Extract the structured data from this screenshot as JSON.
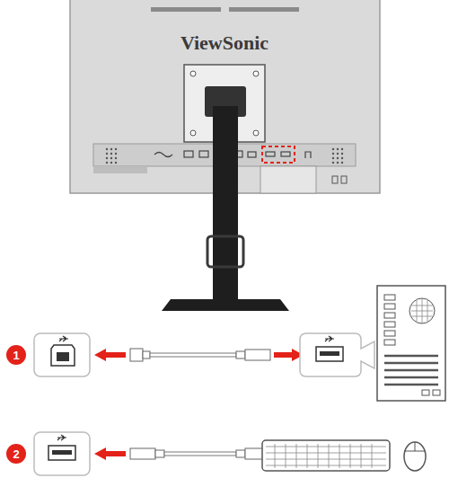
{
  "diagram": {
    "labels": [
      "ViewSonic",
      "1",
      "2"
    ]
  }
}
